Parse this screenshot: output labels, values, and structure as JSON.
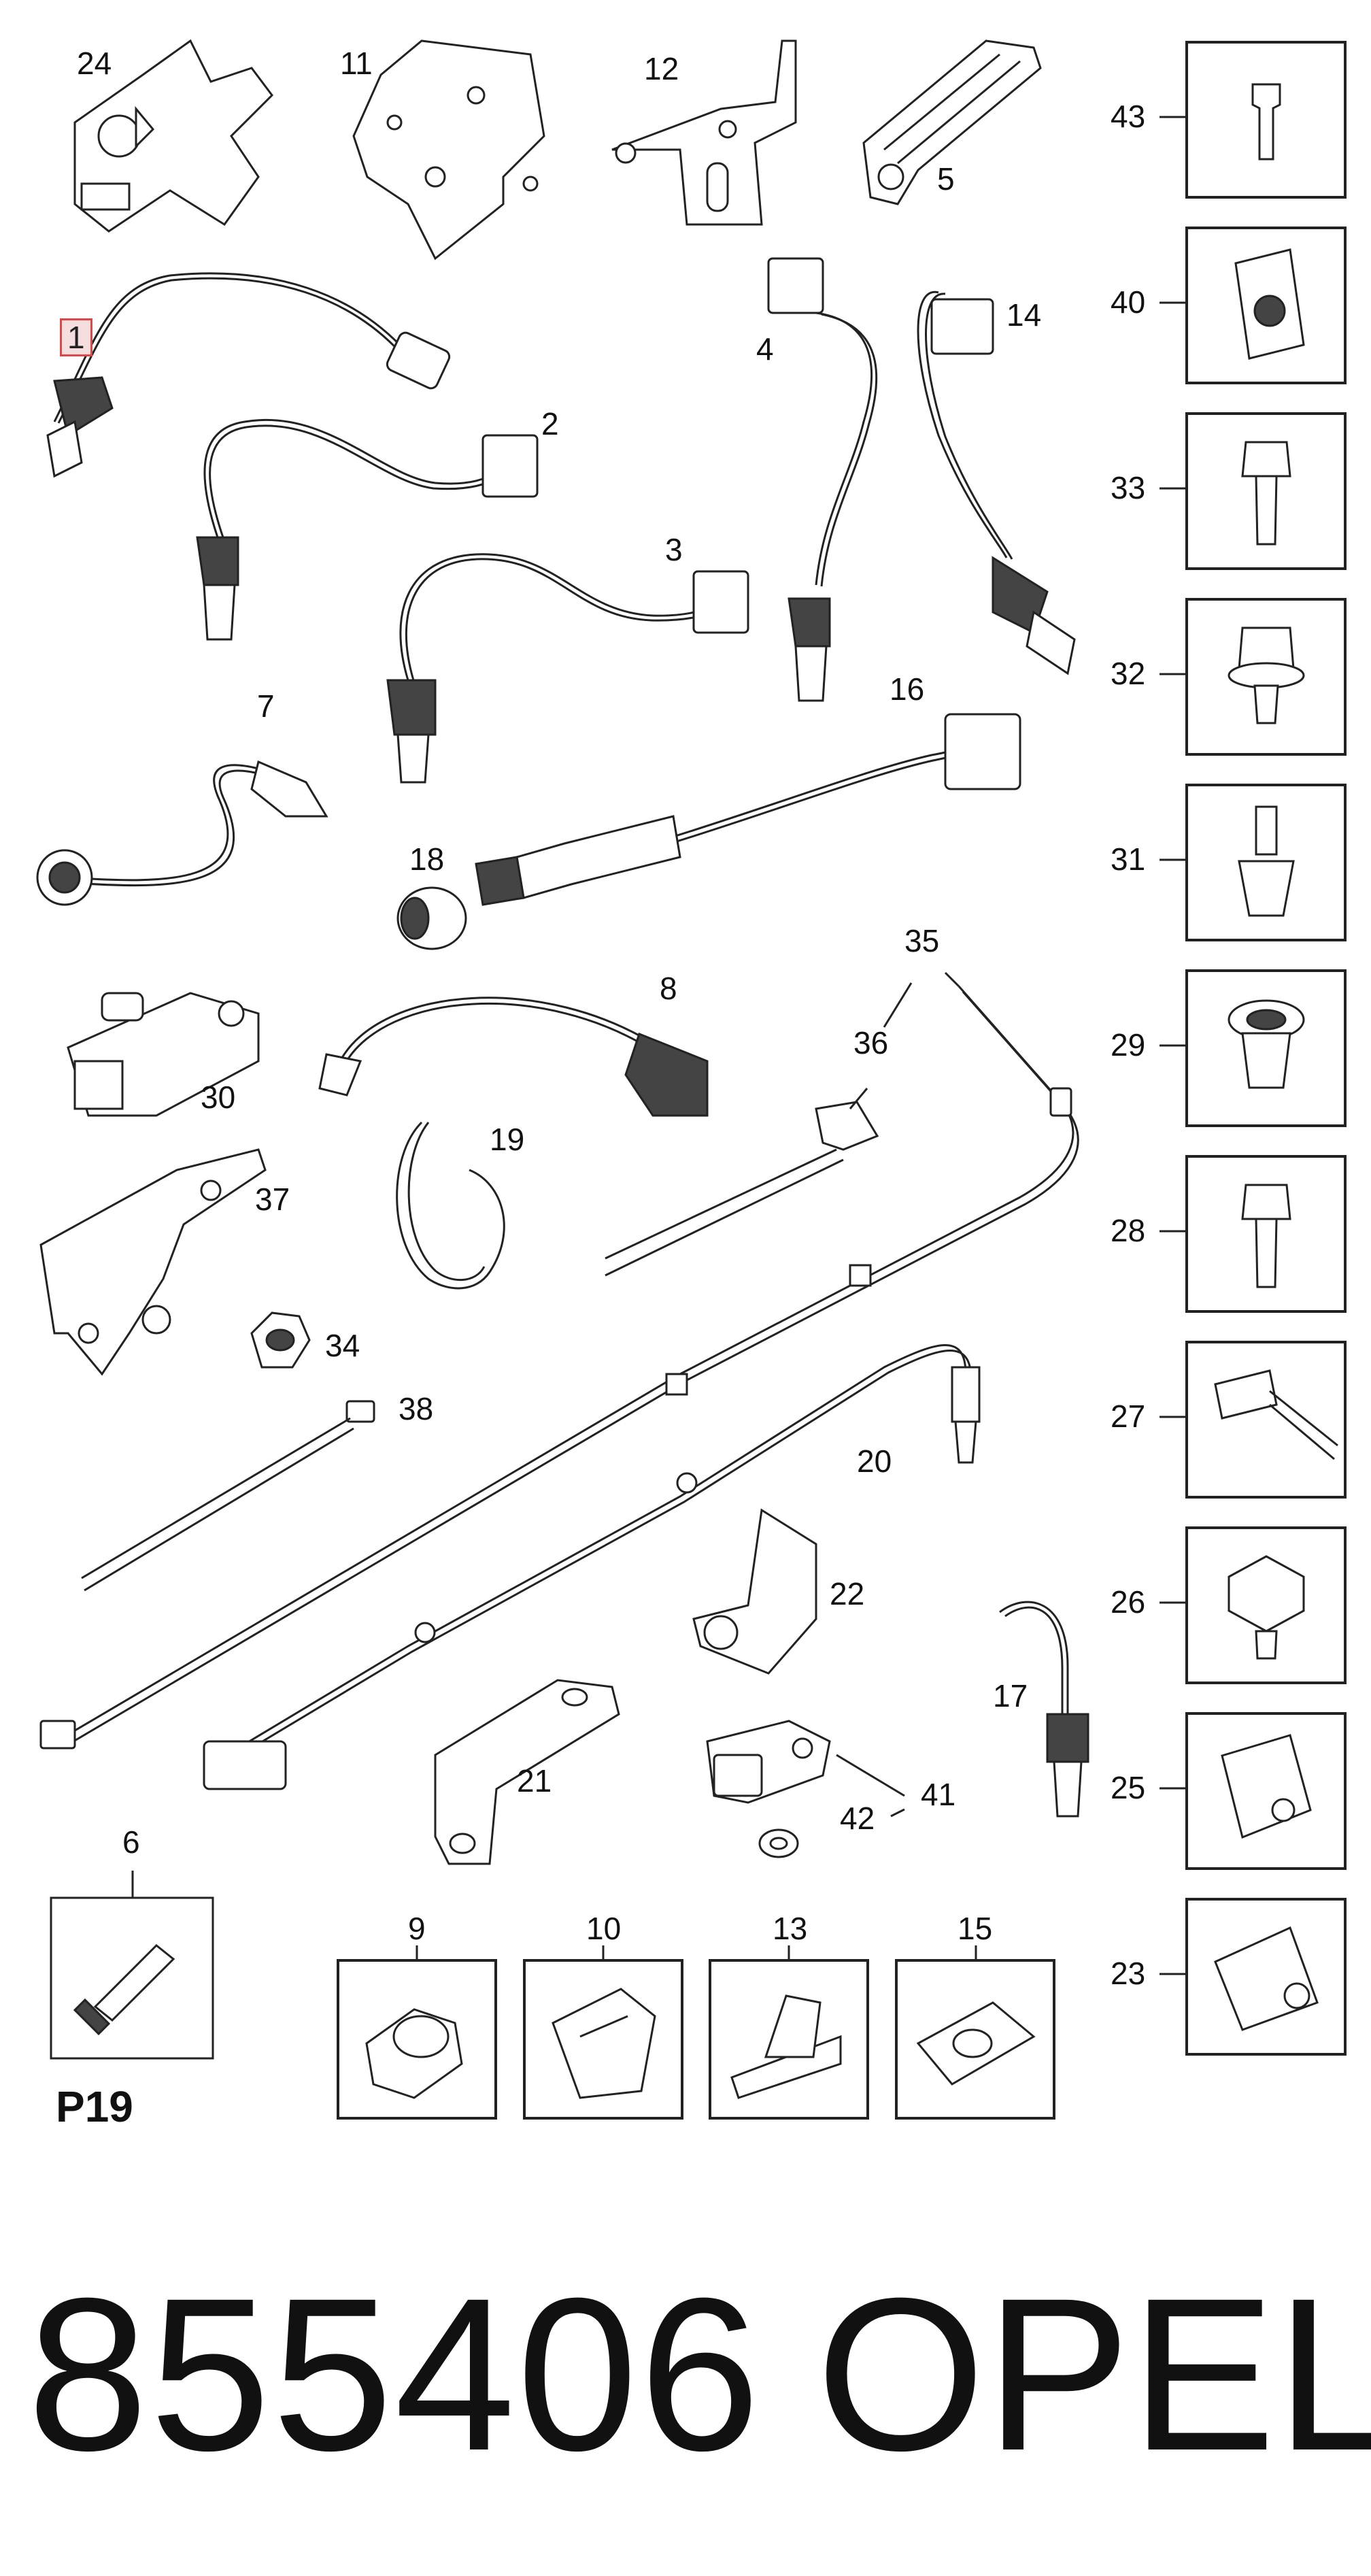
{
  "diagram": {
    "page_code": "P19",
    "part_number": "855406",
    "brand": "OPEL",
    "main_labels": {
      "p24": "24",
      "p11": "11",
      "p12": "12",
      "p5": "5",
      "p1": "1",
      "p4": "4",
      "p14": "14",
      "p2": "2",
      "p3": "3",
      "p7": "7",
      "p16": "16",
      "p18": "18",
      "p8": "8",
      "p30": "30",
      "p35": "35",
      "p36": "36",
      "p19": "19",
      "p37": "37",
      "p34": "34",
      "p38": "38",
      "p20": "20",
      "p22": "22",
      "p17": "17",
      "p21": "21",
      "p41": "41",
      "p42": "42",
      "p6": "6"
    },
    "side_labels": [
      "43",
      "40",
      "33",
      "32",
      "31",
      "29",
      "28",
      "27",
      "26",
      "25",
      "23"
    ],
    "bottom_labels": [
      "9",
      "10",
      "13",
      "15"
    ],
    "highlight_color": "#d84a4a"
  }
}
